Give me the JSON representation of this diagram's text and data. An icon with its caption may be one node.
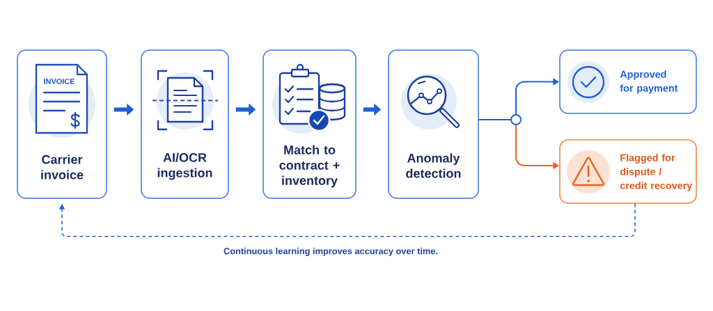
{
  "diagram": {
    "nodes": [
      {
        "text": [
          "INVOICE",
          "Carrier invoice"
        ]
      },
      {
        "text": [
          "AI/OCR ingestion"
        ]
      },
      {
        "text": [
          "Match to contract + inventory"
        ]
      },
      {
        "text": [
          "Anomaly detection"
        ]
      },
      {
        "text": [],
        "shape": "circle"
      },
      {
        "text": [
          "Approved for payment"
        ]
      },
      {
        "text": [
          "Flagged for dispute / credit recovery"
        ]
      }
    ],
    "edges": [
      {
        "from": 0,
        "to": 1,
        "arrow": "to",
        "style": "thick"
      },
      {
        "from": 1,
        "to": 2,
        "arrow": "to",
        "style": "thick"
      },
      {
        "from": 2,
        "to": 3,
        "arrow": "to",
        "style": "thick"
      },
      {
        "from": 3,
        "to": 4,
        "arrow": "none"
      },
      {
        "from": 4,
        "to": 5,
        "arrow": "to"
      },
      {
        "from": 4,
        "to": 6,
        "arrow": "to",
        "color": "#e8641e"
      },
      {
        "from": 6,
        "to": 0,
        "arrow": "to",
        "style": "dashed",
        "label": "Continuous learning improves accuracy over time."
      }
    ]
  }
}
